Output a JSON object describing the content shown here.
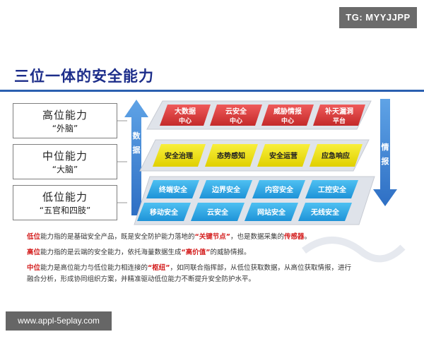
{
  "tag": "TG: MYYJJPP",
  "title": "三位一体的安全能力",
  "levels": [
    {
      "name": "高位能力",
      "sub": "“外脑”"
    },
    {
      "name": "中位能力",
      "sub": "“大脑”"
    },
    {
      "name": "低位能力",
      "sub": "“五官和四肢”"
    }
  ],
  "arrows": {
    "up": "数据",
    "down": "情报"
  },
  "red_row": [
    {
      "line1": "大数据",
      "line2": "中心"
    },
    {
      "line1": "云安全",
      "line2": "中心"
    },
    {
      "line1": "威胁情报",
      "line2": "中心"
    },
    {
      "line1": "补天漏洞",
      "line2": "平台"
    }
  ],
  "yellow_row": [
    "安全治理",
    "态势感知",
    "安全运营",
    "应急响应"
  ],
  "blue_row1": [
    "终端安全",
    "边界安全",
    "内容安全",
    "工控安全"
  ],
  "blue_row2": [
    "移动安全",
    "云安全",
    "网站安全",
    "无线安全"
  ],
  "desc": {
    "low": {
      "lead": "低位",
      "t1": "能力指的是基础安全产品，既是安全防护能力落地的",
      "key": "“关键节点”",
      "t2": "，也是数据采集的",
      "key2": "传感器",
      "t3": "。"
    },
    "high": {
      "lead": "高位",
      "t1": "能力指的是云端的安全能力，依托海量数据生成",
      "key": "“高价值”",
      "t2": "的威胁情报。"
    },
    "mid": {
      "lead": "中位",
      "t1": "能力是高位能力与低位能力相连接的",
      "key": "“枢纽”",
      "t2": "，如同联合指挥部，从低位获取数据，从高位获取情报，进行",
      "line2": "融合分析，形成协同组织方案，并精准驱动低位能力不断提升安全防护水平。"
    }
  },
  "watermark": "www.appl-5eplay.com",
  "colors": {
    "red": "#d63a3a",
    "yellow": "#f2e40f",
    "blue": "#27a6e5",
    "arrow": "#3a7fd0",
    "title": "#1c2d8a"
  }
}
